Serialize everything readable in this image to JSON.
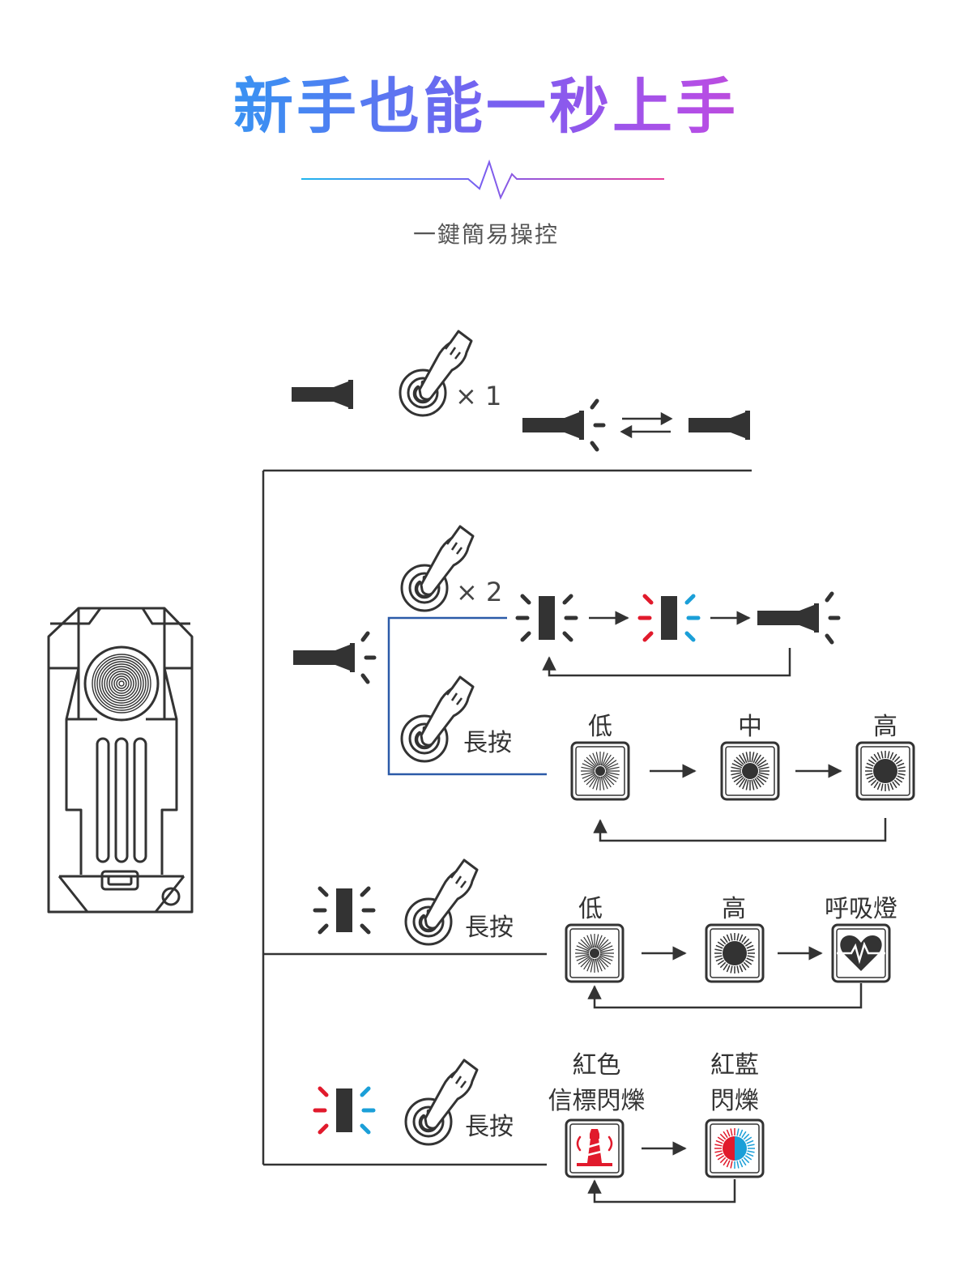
{
  "header": {
    "title": "新手也能一秒上手",
    "subtitle": "一鍵簡易操控"
  },
  "colors": {
    "line_dark": "#333333",
    "line_blue": "#2b5aa8",
    "red": "#e11a2c",
    "blue": "#1b9fd8",
    "gradient": [
      "#1fb6ee",
      "#7a5ef0",
      "#e9409a"
    ]
  },
  "rows": {
    "single_press": {
      "count": "× 1"
    },
    "double_press": {
      "count": "× 2"
    },
    "long_press_white": {
      "action": "長按",
      "levels": [
        "低",
        "中",
        "高"
      ]
    },
    "long_press_side": {
      "action": "長按",
      "levels": [
        "低",
        "高",
        "呼吸燈"
      ]
    },
    "long_press_color": {
      "action": "長按",
      "mode1": [
        "紅色",
        "信標閃爍"
      ],
      "mode2": [
        "紅藍",
        "閃爍"
      ]
    }
  },
  "icons": [
    "flashlight-icon",
    "hand-press-icon",
    "power-icon",
    "side-light-icon",
    "brightness-icon",
    "heartbeat-icon",
    "lighthouse-icon",
    "flashlight-device"
  ]
}
